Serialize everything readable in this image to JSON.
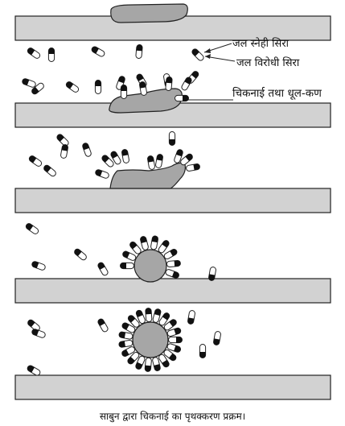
{
  "labels": {
    "hydrophilic_head": "जल स्नेही सिरा",
    "hydrophobic_tail": "जल विरोधी सिरा",
    "grease_dirt": "चिकनाई तथा धूल-कण"
  },
  "caption": "साबुन द्वारा चिकनाई का पृथक्करण प्रक्रम।",
  "colors": {
    "cloth": "#d2d2d2",
    "dirt": "#a6a6a6",
    "molecule_head": "#111111",
    "molecule_tail": "#ffffff",
    "outline": "#222222"
  },
  "stages": [
    {
      "name": "grease-on-cloth",
      "description_visible": false
    },
    {
      "name": "soap-in-water"
    },
    {
      "name": "soap-attaches-to-grease"
    },
    {
      "name": "grease-lifted"
    },
    {
      "name": "micelle-formed"
    }
  ]
}
